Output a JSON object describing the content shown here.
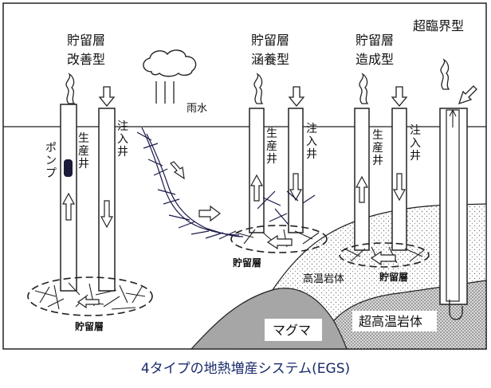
{
  "types": {
    "kaizen": {
      "line1": "貯留層",
      "line2": "改善型"
    },
    "kanyou": {
      "line1": "貯留層",
      "line2": "涵養型"
    },
    "zousei": {
      "line1": "貯留層",
      "line2": "造成型"
    },
    "chourinkai": {
      "label": "超臨界型"
    }
  },
  "well_labels": {
    "production": "生産井",
    "injection": "注入井",
    "pump": "ポンプ"
  },
  "rain_label": "雨水",
  "reservoir_label": "貯留層",
  "rock_labels": {
    "hot_rock": "高温岩体",
    "super_hot_rock": "超高温岩体",
    "magma": "マグマ"
  },
  "caption": "4タイプの地熱増産システム(EGS)",
  "colors": {
    "line": "#101040",
    "magma": "#a6a6a6",
    "frame": "#222222"
  }
}
